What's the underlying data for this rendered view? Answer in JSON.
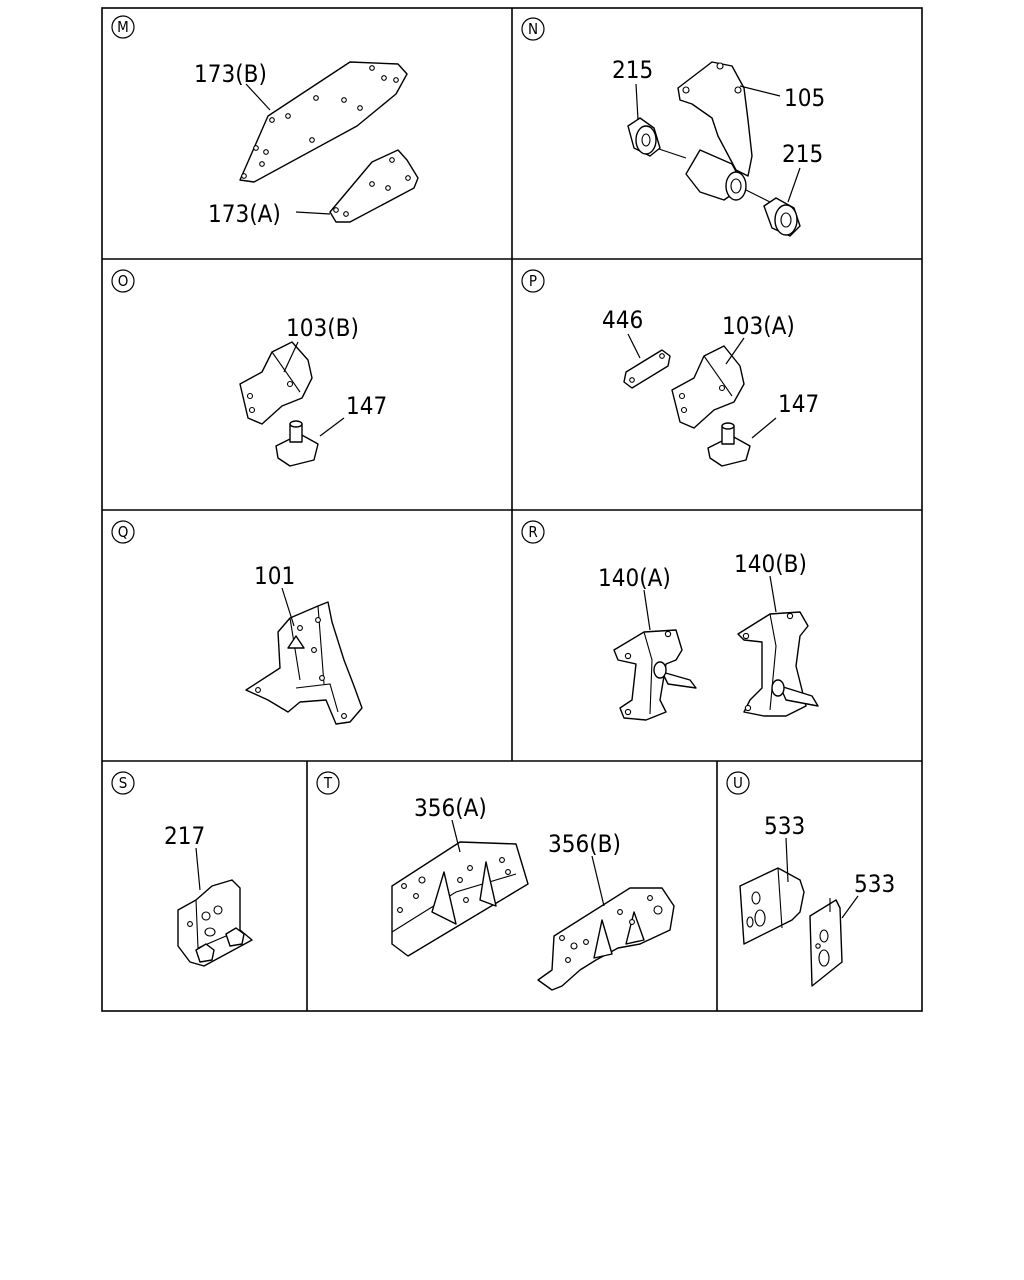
{
  "panels": [
    {
      "id": "M",
      "labels": [
        "173(B)",
        "173(A)"
      ]
    },
    {
      "id": "N",
      "labels": [
        "215",
        "105",
        "215"
      ]
    },
    {
      "id": "O",
      "labels": [
        "103(B)",
        "147"
      ]
    },
    {
      "id": "P",
      "labels": [
        "446",
        "103(A)",
        "147"
      ]
    },
    {
      "id": "Q",
      "labels": [
        "101"
      ]
    },
    {
      "id": "R",
      "labels": [
        "140(A)",
        "140(B)"
      ]
    },
    {
      "id": "S",
      "labels": [
        "217"
      ]
    },
    {
      "id": "T",
      "labels": [
        "356(A)",
        "356(B)"
      ]
    },
    {
      "id": "U",
      "labels": [
        "533",
        "533"
      ]
    }
  ]
}
